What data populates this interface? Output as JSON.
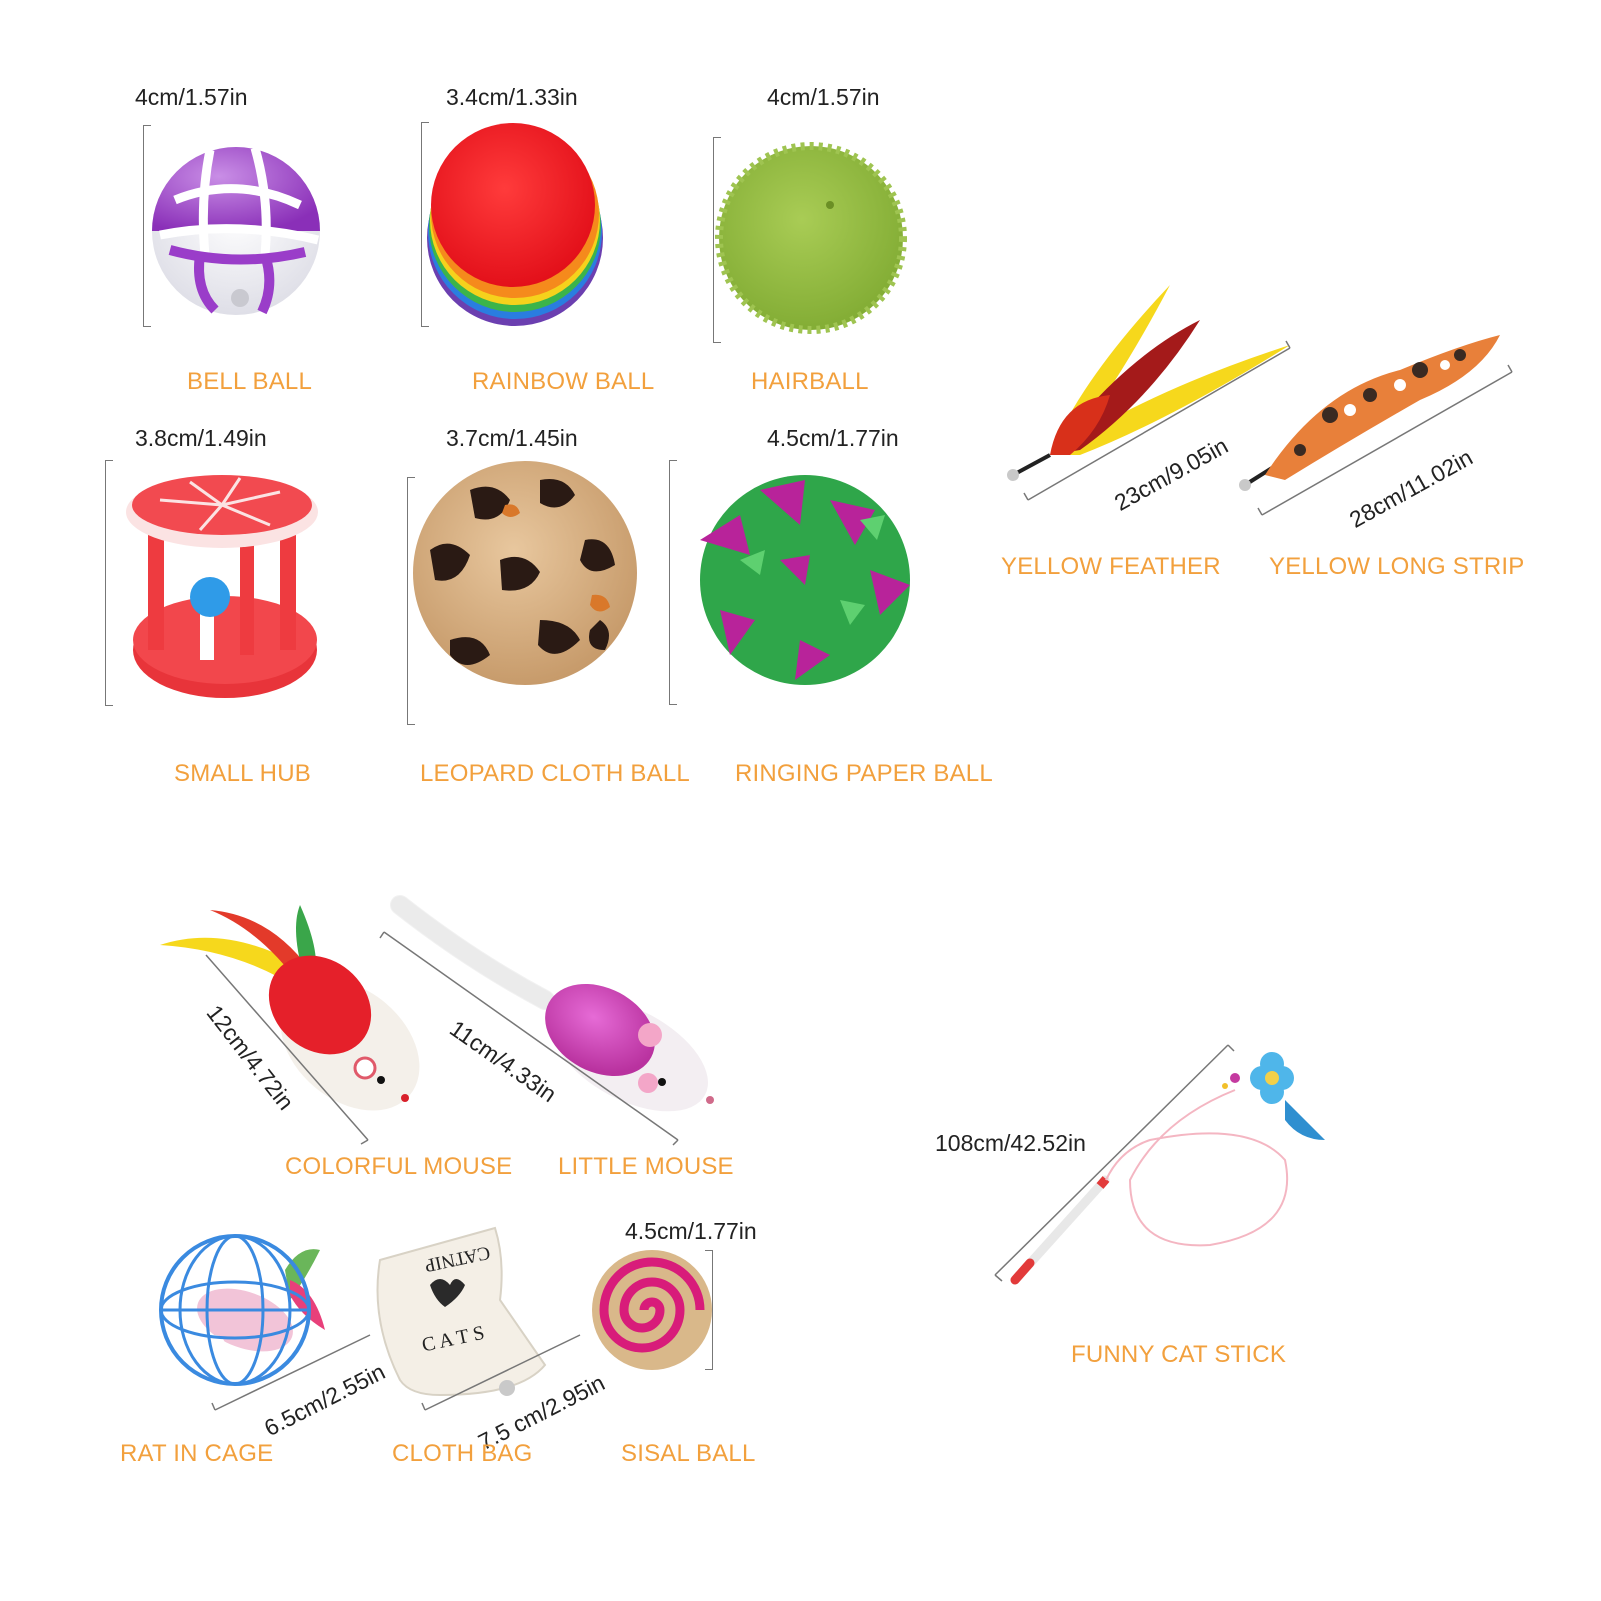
{
  "items": {
    "bell_ball": {
      "size": "4cm/1.57in",
      "name": "BELL BALL"
    },
    "rainbow_ball": {
      "size": "3.4cm/1.33in",
      "name": "RAINBOW BALL"
    },
    "hairball": {
      "size": "4cm/1.57in",
      "name": "HAIRBALL"
    },
    "small_hub": {
      "size": "3.8cm/1.49in",
      "name": "SMALL HUB"
    },
    "leopard_cloth_ball": {
      "size": "3.7cm/1.45in",
      "name": "LEOPARD CLOTH BALL"
    },
    "ringing_paper_ball": {
      "size": "4.5cm/1.77in",
      "name": "RINGING PAPER BALL"
    },
    "yellow_feather": {
      "size": "23cm/9.05in",
      "name": "YELLOW FEATHER"
    },
    "yellow_long_strip": {
      "size": "28cm/11.02in",
      "name": "YELLOW LONG STRIP"
    },
    "colorful_mouse": {
      "size": "12cm/4.72in",
      "name": "COLORFUL MOUSE"
    },
    "little_mouse": {
      "size": "11cm/4.33in",
      "name": "LITTLE MOUSE"
    },
    "funny_cat_stick": {
      "size": "108cm/42.52in",
      "name": "FUNNY CAT STICK"
    },
    "rat_in_cage": {
      "size": "6.5cm/2.55in",
      "name": "RAT IN CAGE"
    },
    "cloth_bag": {
      "size": "7.5 cm/2.95in",
      "name": "CLOTH BAG",
      "print_top": "CATNIP",
      "print_bottom": "C A T S"
    },
    "sisal_ball": {
      "size": "4.5cm/1.77in",
      "name": "SISAL BALL"
    }
  },
  "colors": {
    "label": "#f2a03d",
    "dimension_text": "#222222"
  }
}
